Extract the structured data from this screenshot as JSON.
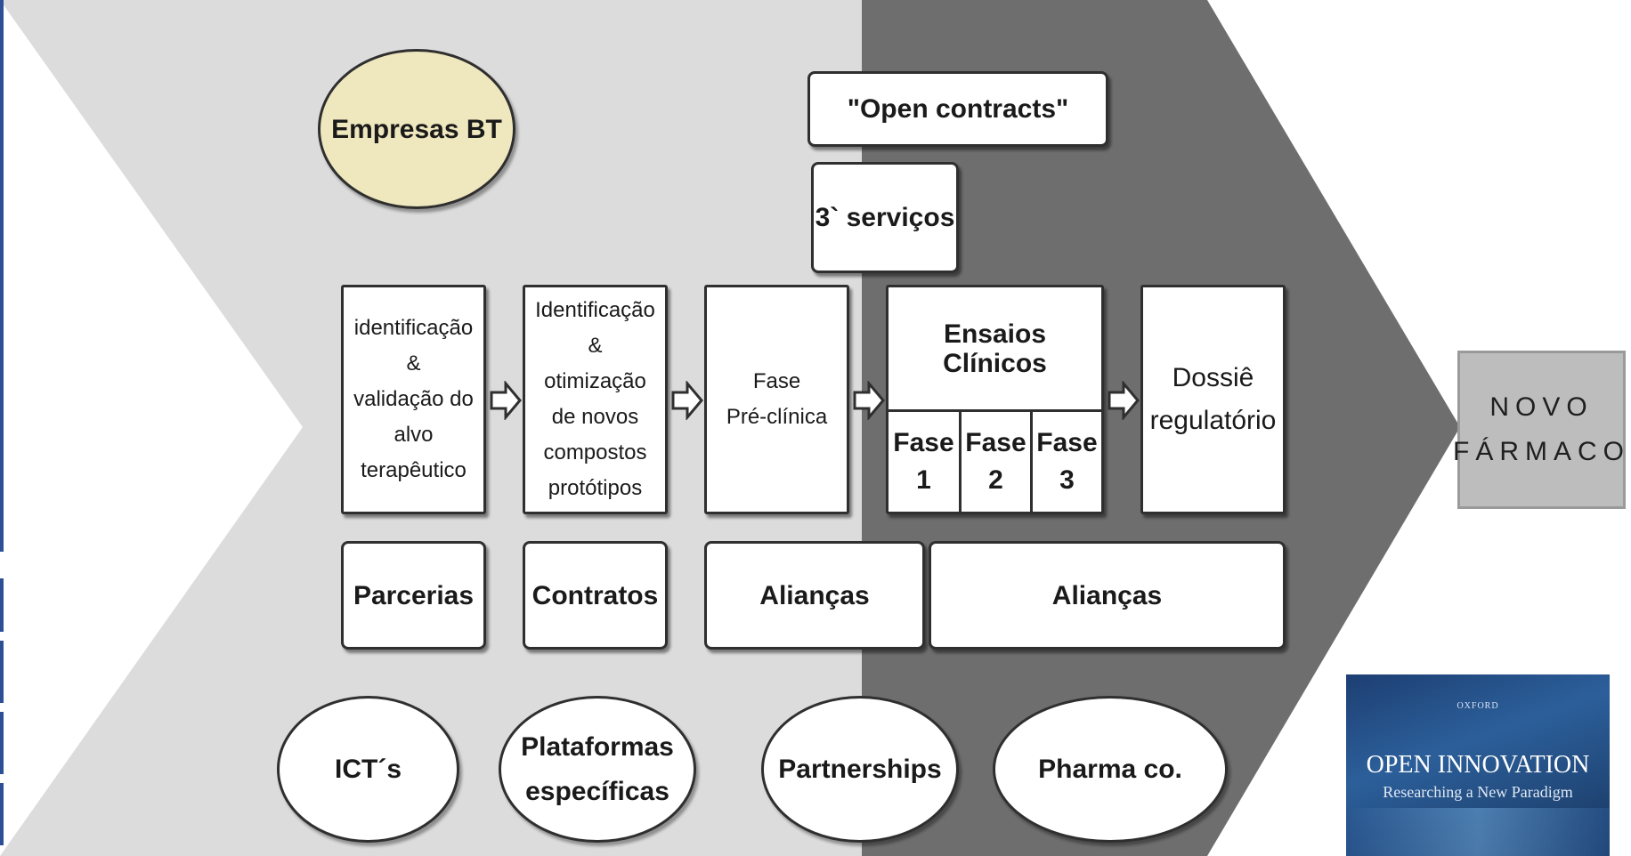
{
  "diagram": {
    "top_oval": "Empresas BT",
    "top_boxes": {
      "open_contracts": "\"Open contracts\"",
      "services": "3` serviços"
    },
    "stages": [
      {
        "lines": [
          "identificação",
          "&",
          "validação do",
          "alvo",
          "terapêutico"
        ]
      },
      {
        "lines": [
          "Identificação",
          "&",
          "otimização",
          "de novos",
          "compostos",
          "protótipos"
        ]
      },
      {
        "lines": [
          "Fase",
          "Pré-clínica"
        ]
      },
      {
        "title": "Ensaios Clínicos",
        "phases": [
          {
            "label": "Fase",
            "num": "1"
          },
          {
            "label": "Fase",
            "num": "2"
          },
          {
            "label": "Fase",
            "num": "3"
          }
        ]
      },
      {
        "lines": [
          "Dossiê",
          "regulatório"
        ]
      }
    ],
    "relation_boxes": [
      "Parcerias",
      "Contratos",
      "Alianças",
      "Alianças"
    ],
    "bottom_ovals": [
      {
        "lines": [
          "ICT´s"
        ]
      },
      {
        "lines": [
          "Plataformas",
          "específicas"
        ]
      },
      {
        "lines": [
          "Partnerships"
        ]
      },
      {
        "lines": [
          "Pharma co."
        ]
      }
    ],
    "result": [
      "NOVO",
      "FÁRMACO"
    ]
  },
  "book_cover": {
    "publisher": "OXFORD",
    "title": "OPEN INNOVATION",
    "subtitle": "Researching a New Paradigm"
  },
  "colors": {
    "chevron_light": "#dcdcdc",
    "chevron_dark": "#6e6e6e",
    "oval_highlight": "#efe7bd",
    "result_box": "#bdbdbd"
  }
}
